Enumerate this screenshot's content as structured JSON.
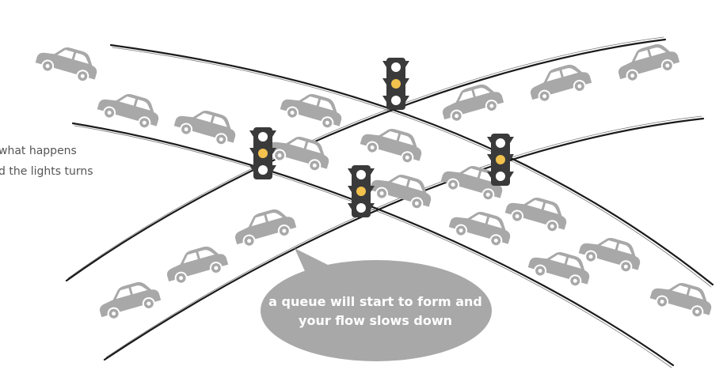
{
  "side_note": {
    "line1": "what happens",
    "line2": "d the lights turns"
  },
  "bubble": {
    "line1": "a queue will start to form and",
    "line2": "your flow slows down"
  },
  "icons": {
    "car": "car-icon",
    "traffic_light": "traffic-light-icon"
  },
  "colors": {
    "car": "#a8a8a8",
    "road": "#1a1a1a",
    "bubble": "#a8a8a8",
    "traffic_light_body": "#3a3a3a",
    "lamp_off": "#ffffff",
    "lamp_amber": "#f2c14e",
    "text": "#555555"
  },
  "traffic_lights": [
    {
      "name": "traffic-light-top",
      "active": "amber"
    },
    {
      "name": "traffic-light-left",
      "active": "amber"
    },
    {
      "name": "traffic-light-center",
      "active": "amber"
    },
    {
      "name": "traffic-light-right",
      "active": "amber"
    }
  ]
}
